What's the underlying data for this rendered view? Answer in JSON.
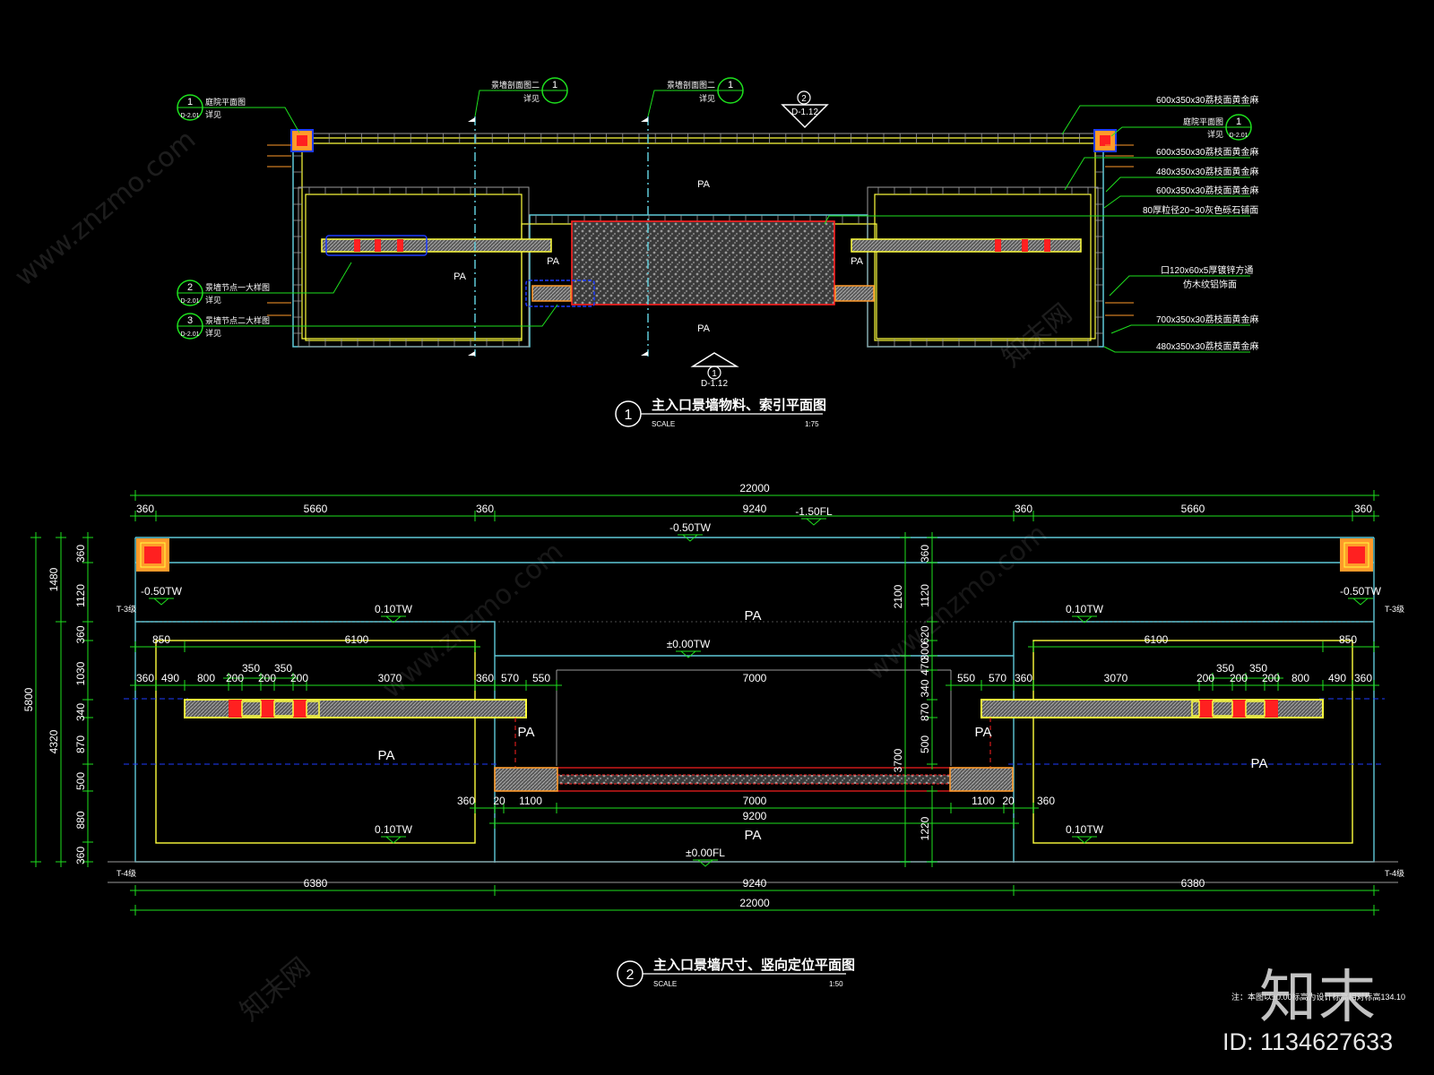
{
  "plan1": {
    "number": "1",
    "title": "主入口景墙物料、索引平面图",
    "scale_label": "SCALE",
    "scale": "1:75",
    "zone_labels": [
      "PA",
      "PA",
      "PA",
      "PA",
      "PA"
    ],
    "section_marks": [
      {
        "num": "2",
        "ref": "D-1.12"
      },
      {
        "num": "1",
        "ref": "D-1.12"
      }
    ],
    "index_callouts": [
      {
        "num": "1",
        "sheet": "D-2.01",
        "text": "庭院平面图",
        "sub": "详见"
      },
      {
        "num": "1",
        "sheet": "D-2.01",
        "text": "庭院平面图",
        "sub": "详见"
      },
      {
        "num": "2",
        "sheet": "D-2.01",
        "text": "景墙节点一大样图",
        "sub": "详见"
      },
      {
        "num": "3",
        "sheet": "D-2.01",
        "text": "景墙节点二大样图",
        "sub": "详见"
      },
      {
        "num": "1",
        "sheet": "",
        "text": "景墙剖面图二",
        "sub": "详见"
      },
      {
        "num": "1",
        "sheet": "",
        "text": "景墙剖面图二",
        "sub": "详见"
      }
    ],
    "material_labels": [
      "600x350x30荔枝面黄金麻",
      "600x350x30荔枝面黄金麻",
      "480x350x30荔枝面黄金麻",
      "600x350x30荔枝面黄金麻",
      "80厚粒径20~30灰色砾石铺面",
      "口120x60x5厚镀锌方通",
      "仿木纹铝饰面",
      "700x350x30荔枝面黄金麻",
      "480x350x30荔枝面黄金麻"
    ]
  },
  "plan2": {
    "number": "2",
    "title": "主入口景墙尺寸、竖向定位平面图",
    "scale_label": "SCALE",
    "scale": "1:50",
    "zone_labels": [
      "PA",
      "PA",
      "PA",
      "PA",
      "PA",
      "PA"
    ],
    "elevations": [
      "-0.50TW",
      "-1.50FL",
      "-0.50TW",
      "-0.50TW",
      "0.10TW",
      "0.10TW",
      "±0.00TW",
      "0.10TW",
      "0.10TW",
      "±0.00FL"
    ],
    "step_labels": [
      "T-3级",
      "T-3级",
      "T-4级",
      "T-4级"
    ],
    "top_dims": {
      "total": "22000",
      "row2": [
        "360",
        "5660",
        "360",
        "9240",
        "360",
        "5660",
        "360"
      ],
      "left_row3": [
        "850",
        "6100"
      ],
      "right_row3": [
        "6100",
        "850"
      ],
      "left_row4": [
        "350",
        "350"
      ],
      "right_row4": [
        "350",
        "350"
      ],
      "left_row5": [
        "360",
        "490",
        "800",
        "200",
        "200",
        "200",
        "3070",
        "360",
        "570",
        "550"
      ],
      "right_row5": [
        "550",
        "570",
        "360",
        "3070",
        "200",
        "200",
        "200",
        "800",
        "490",
        "360"
      ],
      "center": "7000"
    },
    "bottom_dims": {
      "left_pair": [
        "360",
        "20",
        "1100"
      ],
      "right_pair": [
        "1100",
        "20",
        "360"
      ],
      "center1": "7000",
      "center2": "9200",
      "row": [
        "6380",
        "9240",
        "6380"
      ],
      "total": "22000"
    },
    "left_vert": {
      "outer": [
        "5800"
      ],
      "mid": [
        "1480",
        "4320"
      ],
      "inner": [
        "360",
        "1120",
        "360",
        "1030",
        "340",
        "870",
        "500",
        "880",
        "360"
      ]
    },
    "mid_vert": [
      "2100",
      "3700",
      "1220"
    ],
    "mid_vert2": [
      "360",
      "1120",
      "620",
      "300",
      "470",
      "340",
      "870",
      "500"
    ]
  },
  "note": "注：本图以±0.00标高为设计标高相对标高134.10",
  "watermarks": {
    "site": "www.znzmo.com",
    "cn": "知末网",
    "brand": "知末",
    "id": "ID: 1134627633"
  },
  "colors": {
    "cyan": "#5fc9d8",
    "yellow": "#ffff3d",
    "green": "#1ee01e",
    "red": "#ff2020",
    "orange": "#ff9a2a",
    "blue": "#1e3cff",
    "grey": "#9a9a9a"
  }
}
